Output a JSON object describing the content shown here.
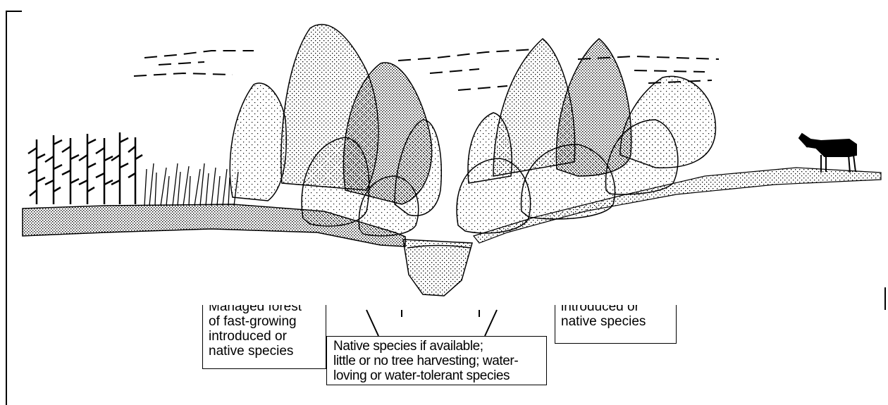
{
  "labels": {
    "left": [
      "Managed forest",
      "of fast-growing",
      "introduced or",
      "native species"
    ],
    "center": [
      "Native species if available;",
      "little or no tree harvesting; water-",
      "loving or water-tolerant species"
    ],
    "right": [
      "introduced or",
      "native species"
    ]
  }
}
